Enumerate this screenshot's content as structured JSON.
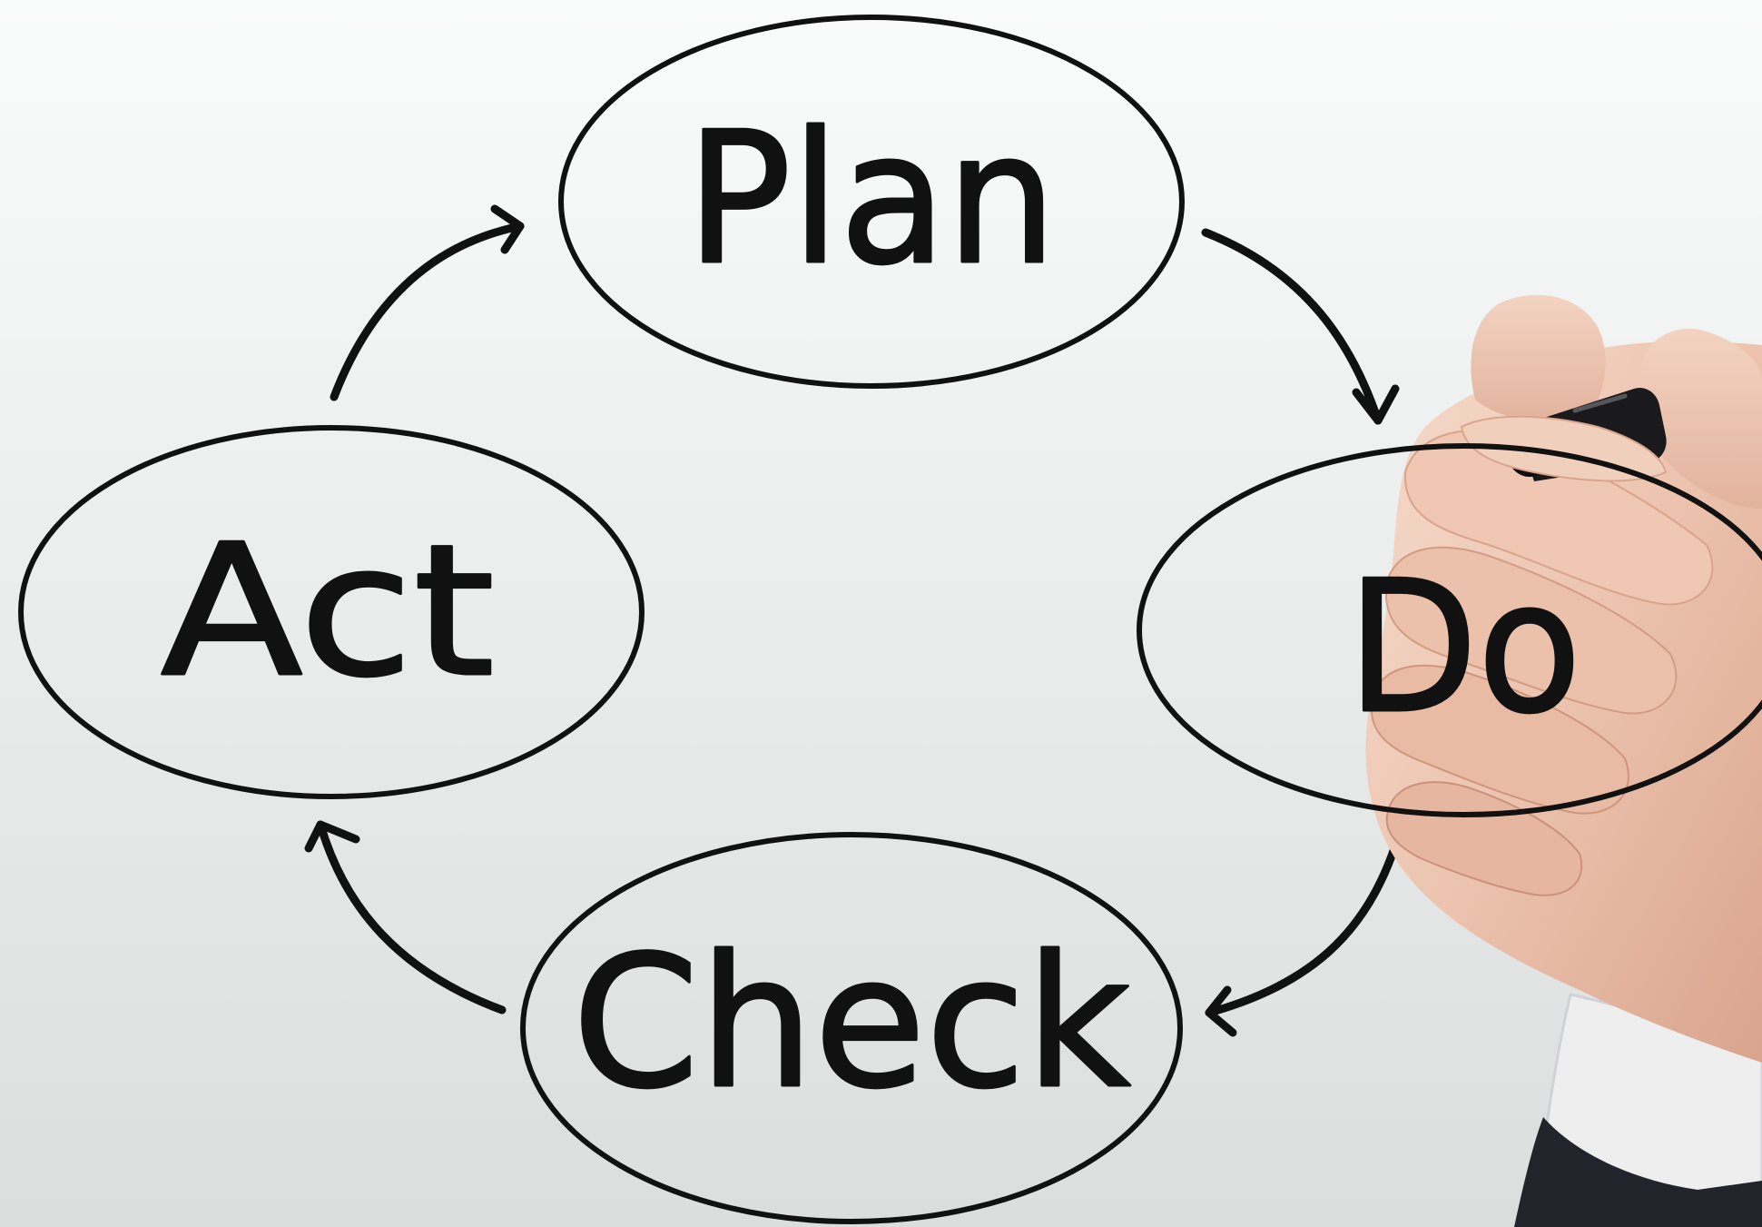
{
  "diagram": {
    "stages": [
      {
        "id": "plan",
        "label": "Plan"
      },
      {
        "id": "do",
        "label": "Do"
      },
      {
        "id": "check",
        "label": "Check"
      },
      {
        "id": "act",
        "label": "Act"
      }
    ],
    "cycle": [
      "Plan",
      "Do",
      "Check",
      "Act"
    ]
  },
  "illustration": {
    "hand": "hand-holding-marker",
    "ink_color": "#111111",
    "background_color": "#eef0f0"
  }
}
